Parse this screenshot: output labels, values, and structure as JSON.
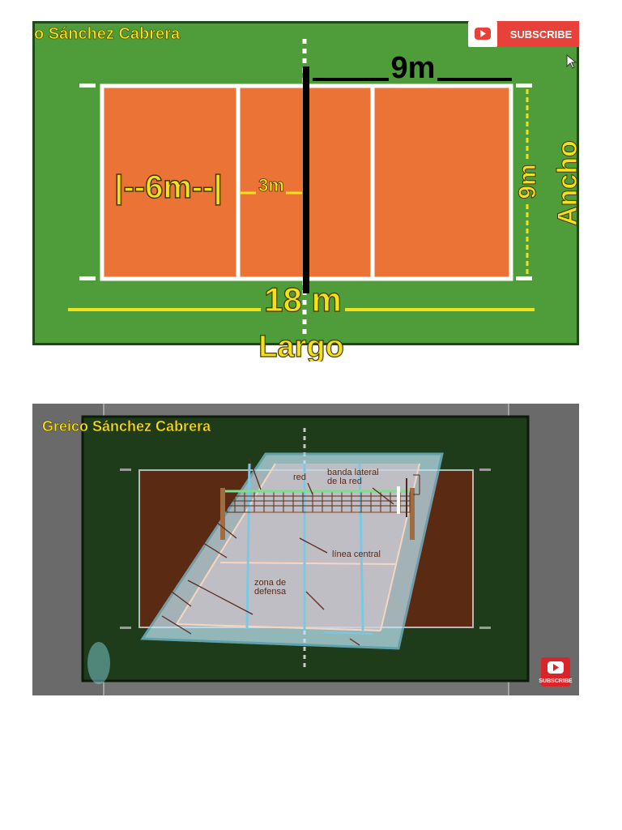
{
  "frame1": {
    "channel_name": "o Sánchez Cabrera",
    "subscribe_label": "SUBSCRIBE",
    "label_9m_top": "9m",
    "label_6m": "|--6m--|",
    "label_3m": "3m",
    "label_9m_side": "9m",
    "label_ancho": "Ancho",
    "label_18m": "18 m",
    "label_largo": "Largo",
    "colors": {
      "grass": "#4f9d3a",
      "court": "#ec7336",
      "lines": "#ffffff",
      "net": "#000000",
      "labels": "#f2e21c"
    }
  },
  "frame2": {
    "channel_name": "Greico Sánchez Cabrera",
    "label_red": "red",
    "label_banda": "banda lateral",
    "label_banda2": "de la red",
    "label_linea": "línea central",
    "label_zona": "zona de",
    "label_zona2": "defensa",
    "subscribe_badge": "SUBSCRIBE",
    "colors": {
      "bg": "#1e3c1a",
      "court": "#5a2b12",
      "overlay": "#9fd9ec",
      "badge": "#d9252a"
    }
  }
}
